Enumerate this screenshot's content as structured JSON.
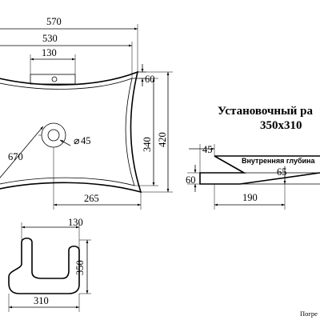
{
  "dimensions": {
    "top_width_outer": "570",
    "top_width_inner": "530",
    "overflow_width": "130",
    "rim_height": "60",
    "drain_diameter": "45",
    "drain_prefix": "⌀",
    "diagonal_length": "670",
    "length_inner": "340",
    "length_outer": "420",
    "drain_offset": "265",
    "section_width": "130",
    "section_height": "350",
    "section_bottom": "310",
    "profile_top": "45",
    "profile_height": "60",
    "profile_base": "190",
    "profile_depth": "65"
  },
  "labels": {
    "install_title_line1": "Установочный ра",
    "install_title_line2": "350x310",
    "inner_depth_label": "Внутренняя глубина",
    "footer_text": "Погре"
  }
}
